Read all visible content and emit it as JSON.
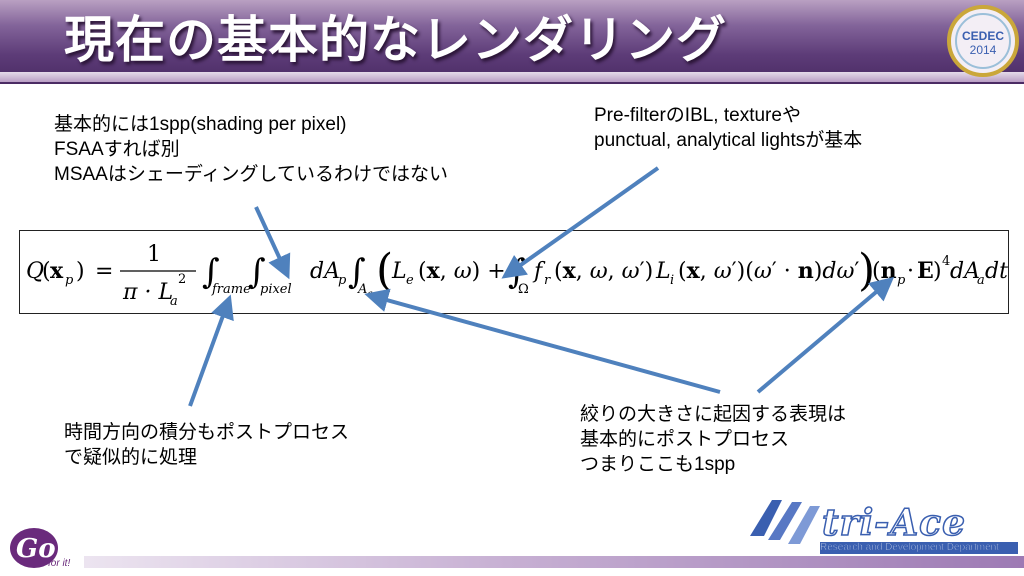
{
  "slide": {
    "title": "現在の基本的なレンダリング",
    "notes": {
      "top_left": [
        "基本的には1spp(shading per pixel)",
        "FSAAすれば別",
        "MSAAはシェーディングしているわけではない"
      ],
      "top_right": [
        "Pre-filterのIBL, textureや",
        "punctual, analytical lightsが基本"
      ],
      "bottom_left": [
        "時間方向の積分もポストプロセス",
        "で疑似的に処理"
      ],
      "bottom_right": [
        "絞りの大きさに起因する表現は",
        "基本的にポストプロセス",
        "つまりここも1spp"
      ]
    },
    "equation": {
      "lhs_Q": "Q",
      "lhs_x": "x",
      "sub_p": "p",
      "numerator": "1",
      "pi_dot": "π · L",
      "sub_a": "a",
      "sup_2": "2",
      "int_frame": "frame",
      "int_pixel": "pixel",
      "dAp": "dA",
      "A_a": "A",
      "Le": "L",
      "sub_e": "e",
      "omega_set": "Ω",
      "f_r": "f",
      "sub_r": "r",
      "Li": "L",
      "sub_i": "i",
      "E": "E",
      "sup_4": "4",
      "dAa_dt": "dA",
      "dt": "dt"
    },
    "logos": {
      "cedec_top": "CEDEC",
      "cedec_year": "2014",
      "go": "Go",
      "go_sub": "for it!",
      "triace": "tri-Ace",
      "triace_sub": "Research and Development Department"
    },
    "colors": {
      "header": "#5d3c78",
      "arrow": "#4f81bd"
    }
  }
}
